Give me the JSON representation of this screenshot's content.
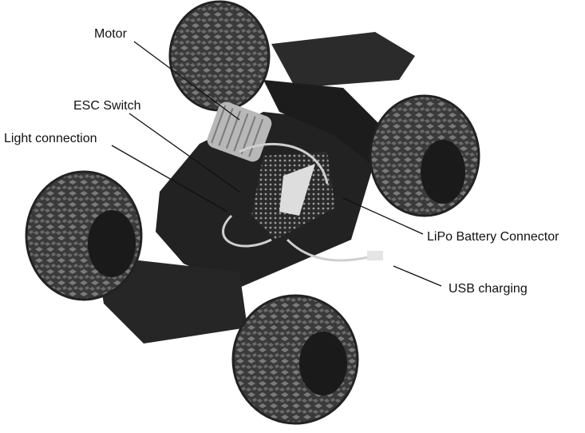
{
  "figure": {
    "subject": "rc-monster-truck-chassis",
    "callouts": [
      {
        "id": "motor",
        "label": "Motor"
      },
      {
        "id": "esc-switch",
        "label": "ESC Switch"
      },
      {
        "id": "light-connection",
        "label": "Light connection"
      },
      {
        "id": "lipo-battery-connector",
        "label": "LiPo Battery Connector"
      },
      {
        "id": "usb-charging",
        "label": "USB charging"
      }
    ]
  },
  "colors": {
    "background": "#ffffff",
    "tire": "#3a3a3a",
    "tire_tread": "#6e6e6e",
    "chassis": "#1f1f1f",
    "motor_can": "#b8b8b8",
    "leader_line": "#111111"
  }
}
